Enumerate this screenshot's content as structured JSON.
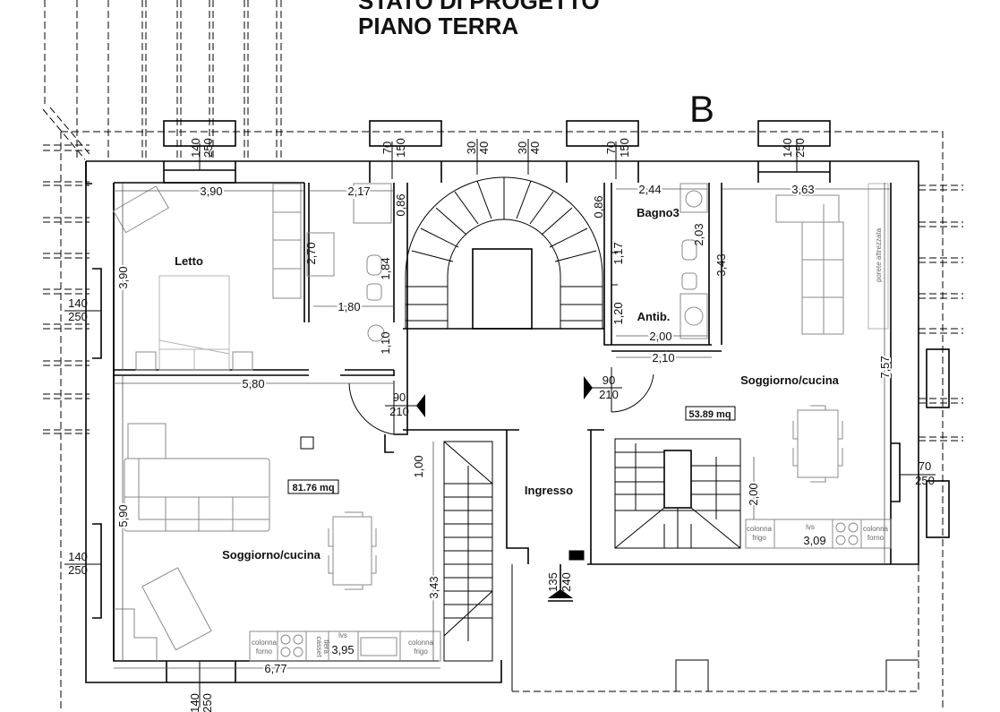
{
  "title": {
    "line1": "STATO DI PROGETTO",
    "line2": "PIANO TERRA"
  },
  "section_marker": "B",
  "rooms": {
    "letto": "Letto",
    "bagno3": "Bagno3",
    "antib": "Antib.",
    "soggiorno_right": "Soggiorno/cucina",
    "soggiorno_left": "Soggiorno/cucina",
    "ingresso": "Ingresso"
  },
  "areas": {
    "right": "53.89 mq",
    "left": "81.76 mq"
  },
  "dims": [
    "3,90",
    "2,17",
    "0,86",
    "2,70",
    "1,84",
    "1,80",
    "1,10",
    "3,90",
    "2,44",
    "3,63",
    "0,86",
    "2,03",
    "1,17",
    "3,43",
    "1,20",
    "2,00",
    "2,10",
    "7,57",
    "5,80",
    "1,00",
    "5,90",
    "2,00",
    "3,43",
    "3,09",
    "3,95",
    "6,77"
  ],
  "openings": [
    {
      "w": "140",
      "h": "250"
    },
    {
      "w": "70",
      "h": "150"
    },
    {
      "w": "30",
      "h": "40"
    },
    {
      "w": "30",
      "h": "40"
    },
    {
      "w": "70",
      "h": "150"
    },
    {
      "w": "140",
      "h": "250"
    },
    {
      "w": "140",
      "h": "250"
    },
    {
      "w": "140",
      "h": "250"
    },
    {
      "w": "140",
      "h": "250"
    },
    {
      "w": "70",
      "h": "250"
    },
    {
      "w": "135",
      "h": "240"
    },
    {
      "w": "90",
      "h": "210"
    },
    {
      "w": "90",
      "h": "210"
    }
  ],
  "furniture_labels": {
    "colonna": "colonna",
    "frigo": "frigo",
    "forno": "forno",
    "lvs": "lvs",
    "casset": "casset",
    "tiera": "tiera",
    "parete": "porete attrezzata"
  }
}
